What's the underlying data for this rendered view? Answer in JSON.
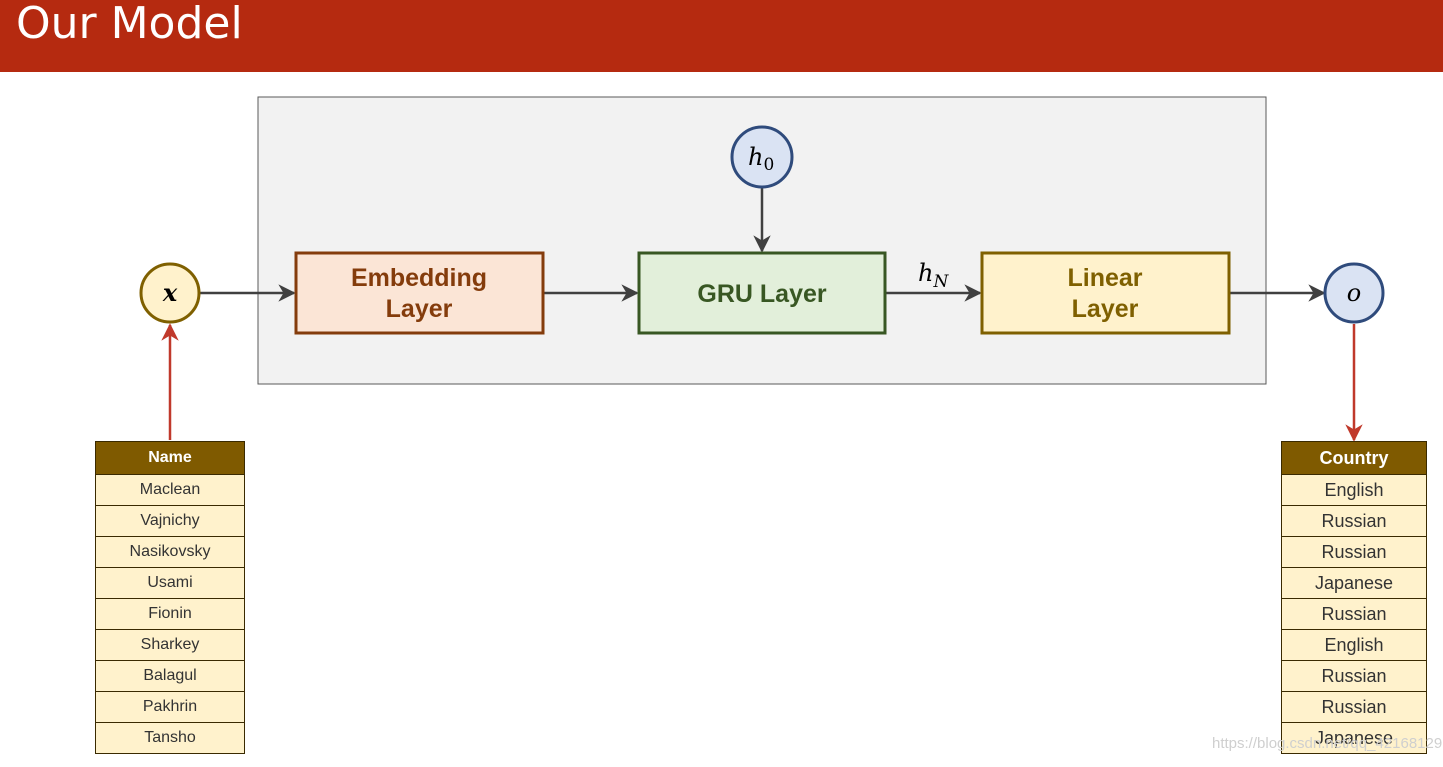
{
  "header": {
    "title": "Our Model",
    "color": "#b52a10"
  },
  "diagram": {
    "nodes": {
      "x": "x",
      "h0_base": "h",
      "h0_sub": "0",
      "o": "o",
      "hN_base": "h",
      "hN_sub": "N"
    },
    "blocks": {
      "embedding": [
        "Embedding",
        "Layer"
      ],
      "gru": "GRU Layer",
      "linear": [
        "Linear",
        "Layer"
      ]
    },
    "colors": {
      "embedding_fill": "#fbe5d6",
      "embedding_border": "#843c0c",
      "gru_fill": "#e2efda",
      "gru_border": "#385723",
      "linear_fill": "#fff2cc",
      "linear_border": "#7f6000",
      "node_blue_fill": "#dae3f3",
      "node_blue_border": "#2f4b7c",
      "node_yellow_fill": "#fff2cc",
      "node_yellow_border": "#7f6000",
      "red_arrow": "#c0392b"
    }
  },
  "name_table": {
    "header": "Name",
    "rows": [
      "Maclean",
      "Vajnichy",
      "Nasikovsky",
      "Usami",
      "Fionin",
      "Sharkey",
      "Balagul",
      "Pakhrin",
      "Tansho"
    ]
  },
  "country_table": {
    "header": "Country",
    "rows": [
      "English",
      "Russian",
      "Russian",
      "Japanese",
      "Russian",
      "English",
      "Russian",
      "Russian",
      "Japanese"
    ]
  },
  "watermark": "https://blog.csdn.net/qq_42168129"
}
